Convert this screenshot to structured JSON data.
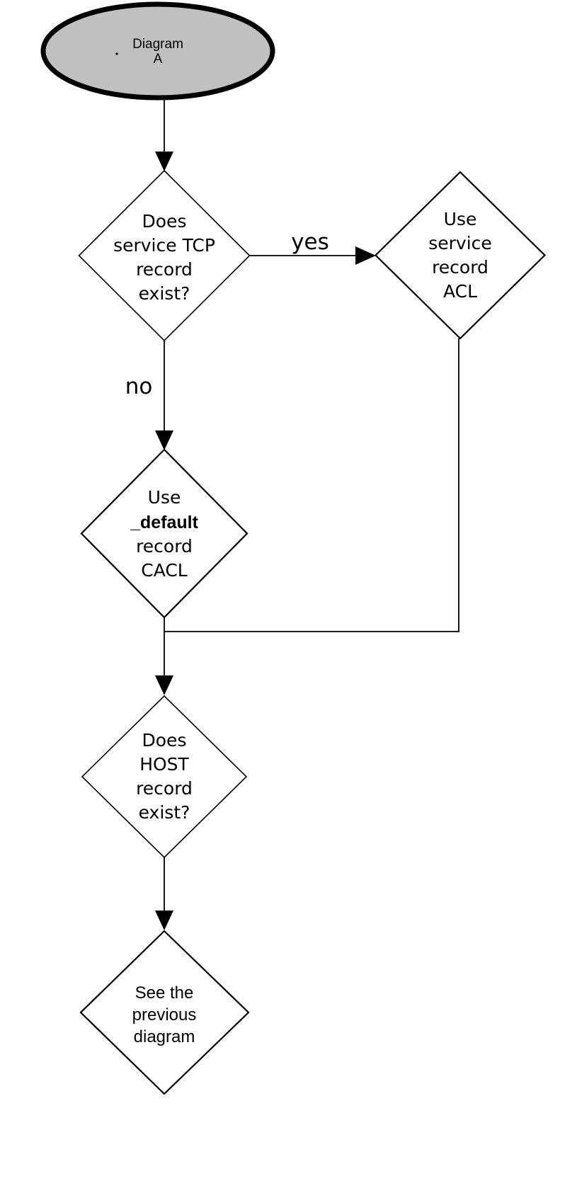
{
  "diagram": {
    "kind": "flowchart",
    "colors": {
      "background": "#ffffff",
      "start_fill": "#c0c0c0",
      "node_fill": "#ffffff",
      "stroke": "#000000",
      "text": "#000000"
    },
    "nodes": {
      "start": {
        "shape": "ellipse",
        "lines": [
          "Diagram",
          "A"
        ]
      },
      "service_tcp_decision": {
        "shape": "diamond",
        "lines": [
          "Does",
          "service TCP",
          "record",
          "exist?"
        ]
      },
      "service_record_acl": {
        "shape": "diamond",
        "lines": [
          "Use",
          "service",
          "record",
          "ACL"
        ]
      },
      "default_record_cacl": {
        "shape": "diamond",
        "lines": [
          "Use",
          "_default",
          "record",
          "CACL"
        ]
      },
      "host_record_decision": {
        "shape": "diamond",
        "lines": [
          "Does",
          "HOST",
          "record",
          "exist?"
        ]
      },
      "see_previous_diagram": {
        "shape": "diamond",
        "lines": [
          "See the",
          "previous",
          "diagram"
        ]
      }
    },
    "edge_labels": {
      "yes": "yes",
      "no": "no"
    }
  }
}
